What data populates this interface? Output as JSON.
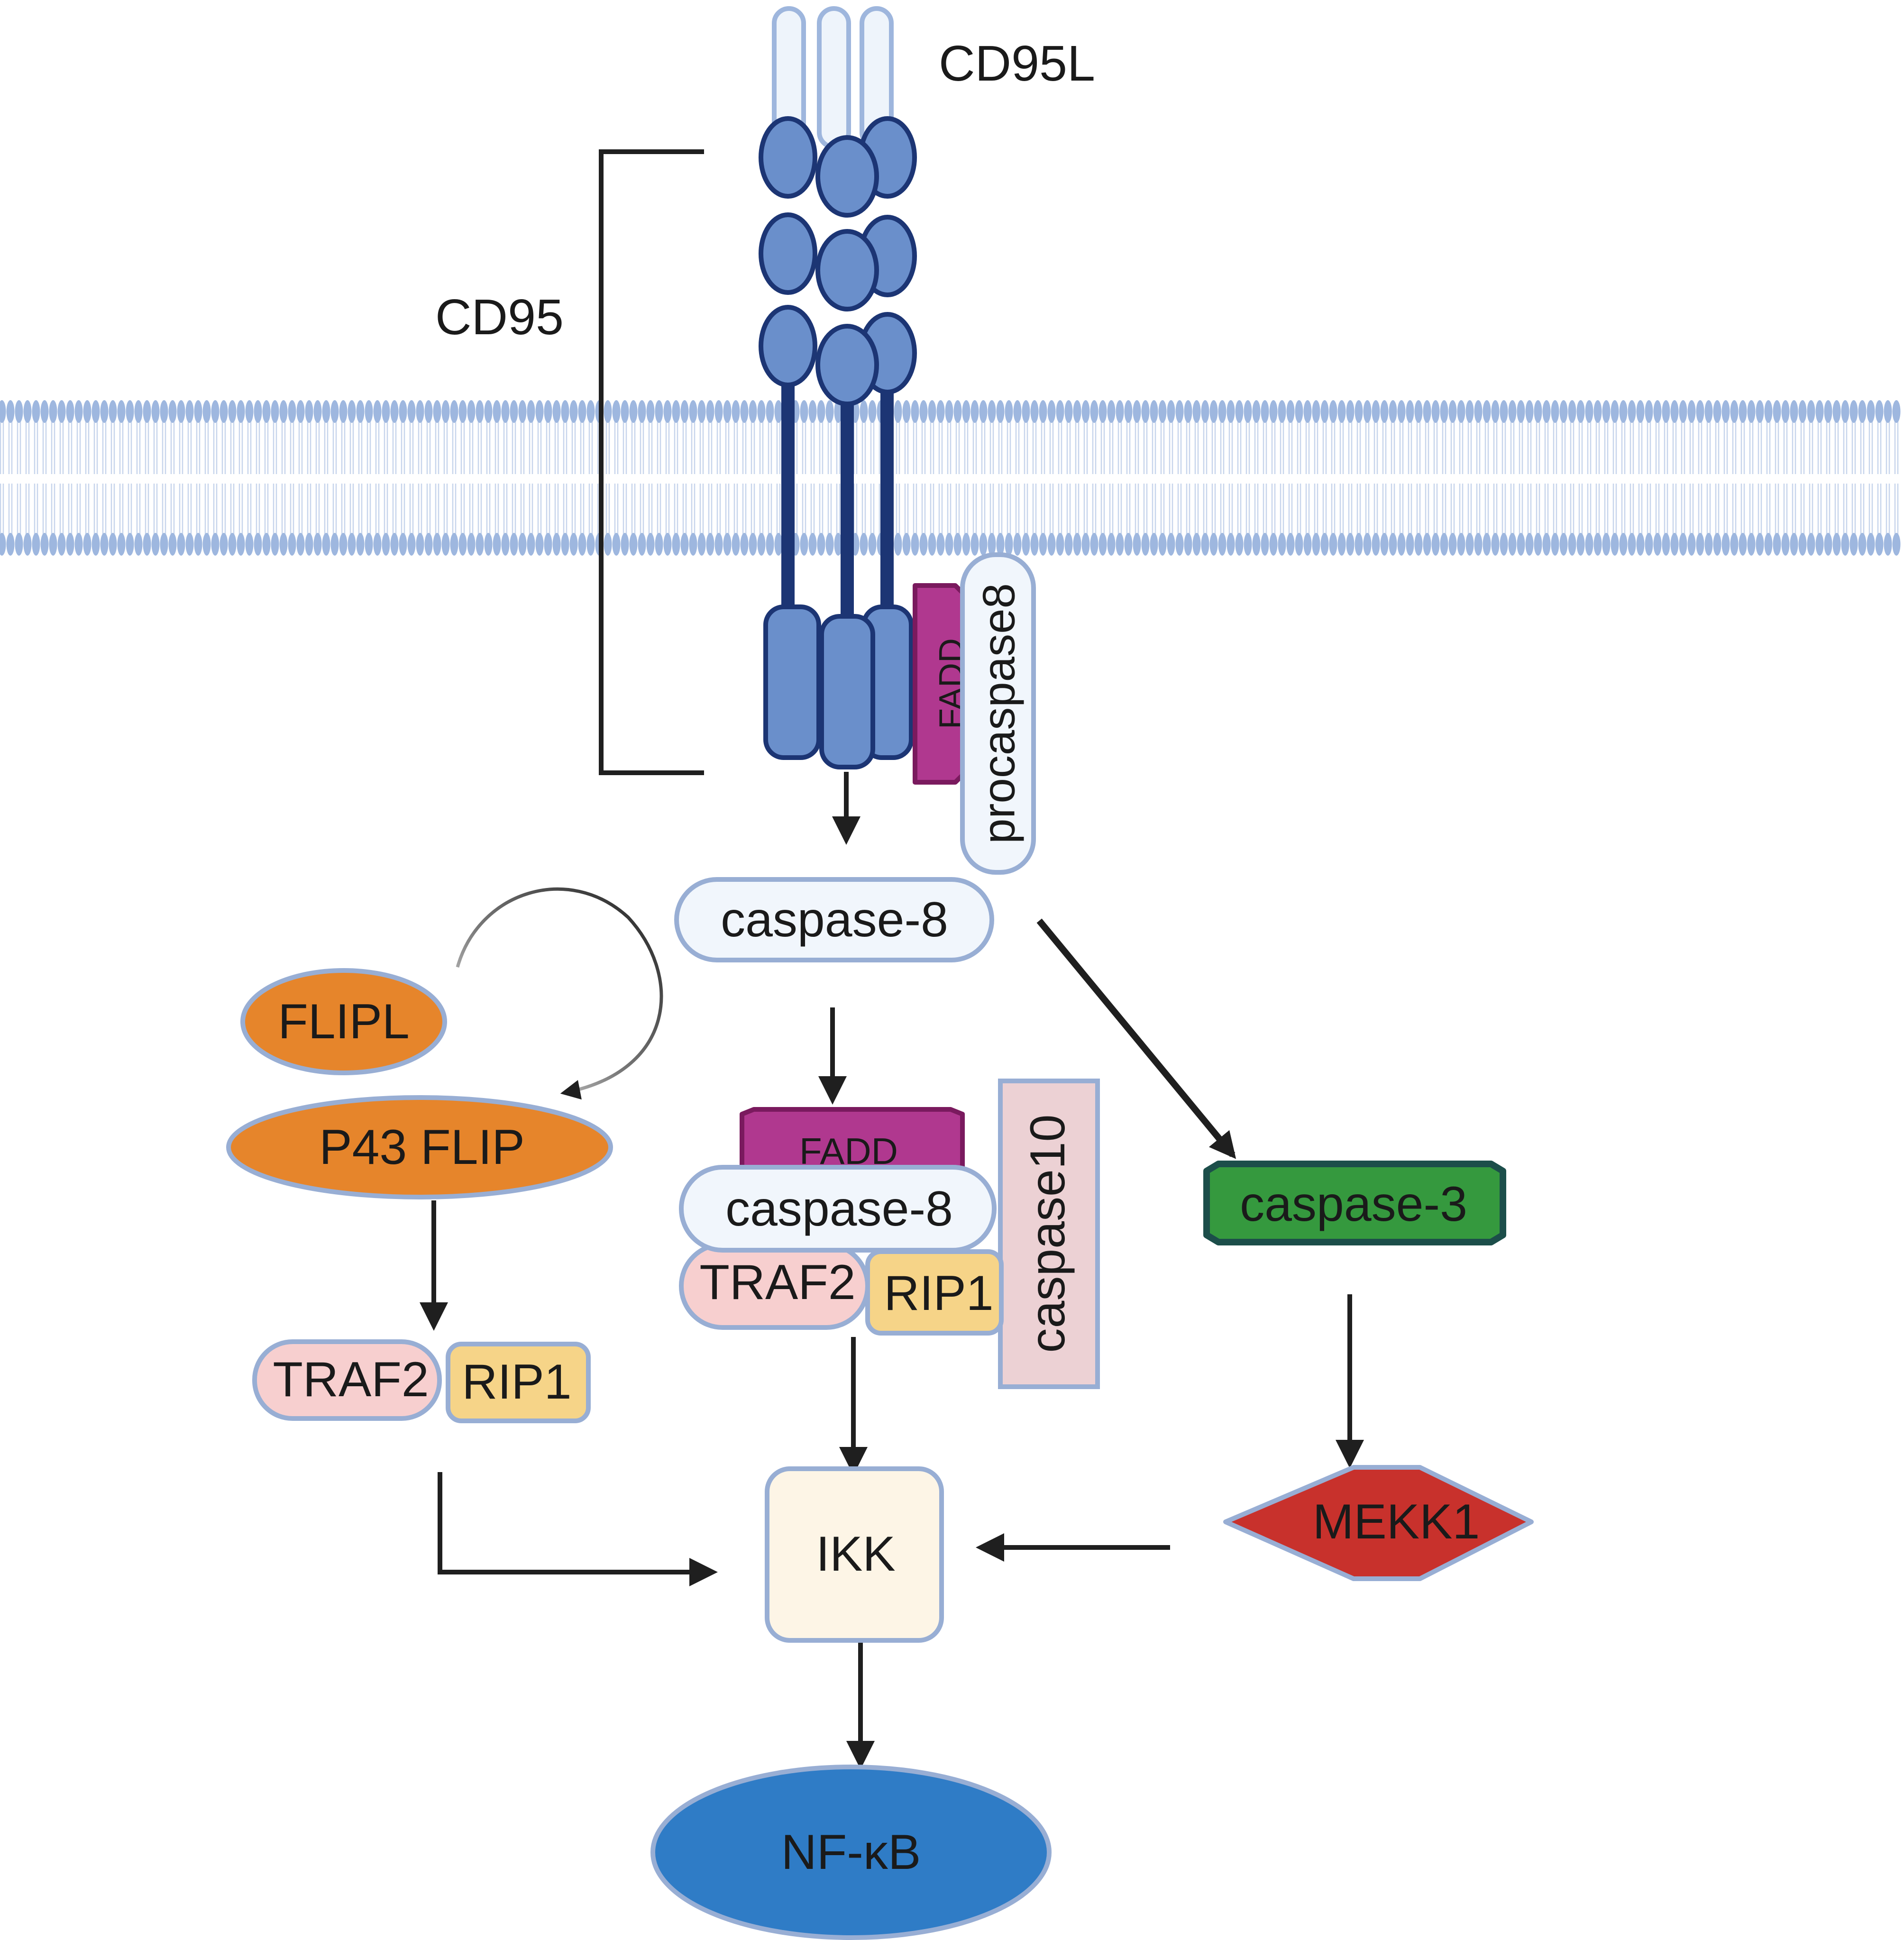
{
  "labels": {
    "cd95l": "CD95L",
    "cd95": "CD95",
    "fadd_receptor": "FADD",
    "procaspase8": "procaspase8",
    "caspase8_top": "caspase-8",
    "flipl": "FLIPL",
    "p43flip": "P43 FLIP",
    "traf2_left": "TRAF2",
    "rip1_left": "RIP1",
    "fadd_complex": "FADD",
    "caspase8_complex": "caspase-8",
    "traf2_complex": "TRAF2",
    "rip1_complex": "RIP1",
    "caspase10": "caspase10",
    "caspase3": "caspase-3",
    "mekk1": "MEKK1",
    "ikk": "IKK",
    "nfkb": "NF-κB"
  },
  "colors": {
    "receptor_fill": "#6a8fcb",
    "receptor_stroke": "#1c3574",
    "ligand_fill": "#eef4fb",
    "ligand_stroke": "#9eb6dd",
    "membrane_head": "#9eb7df",
    "membrane_tail": "#c7d5ec",
    "fadd_fill": "#b0388f",
    "fadd_stroke": "#7a1a5e",
    "caspase8_fill": "#f1f6fc",
    "node_stroke": "#98aed4",
    "flip_fill": "#e6852b",
    "traf2_fill": "#f7cfcf",
    "rip1_fill": "#f6d488",
    "caspase10_fill": "#ecd1d4",
    "caspase3_fill": "#35993e",
    "caspase3_stroke": "#1c4e4a",
    "mekk1_fill": "#c8312c",
    "ikk_fill": "#fdf5e6",
    "nfkb_fill": "#2f7cc6",
    "arrow": "#1f1f1f"
  }
}
